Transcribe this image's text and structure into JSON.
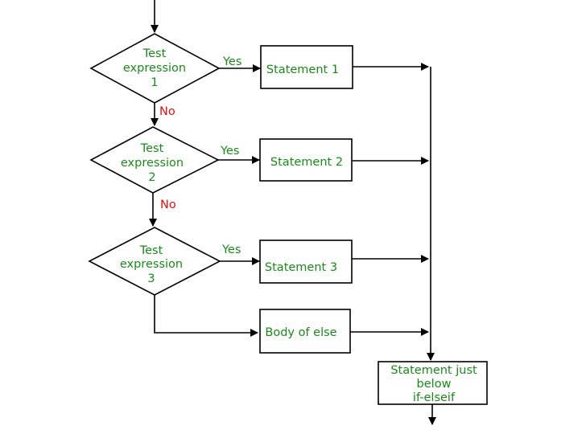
{
  "decisions": [
    {
      "line1": "Test",
      "line2": "expression",
      "line3": "1"
    },
    {
      "line1": "Test",
      "line2": "expression",
      "line3": "2"
    },
    {
      "line1": "Test",
      "line2": "expression",
      "line3": "3"
    }
  ],
  "branch_yes": [
    "Yes",
    "Yes",
    "Yes"
  ],
  "branch_no": [
    "No",
    "No"
  ],
  "statements": [
    "Statement 1",
    "Statement 2",
    "Statement 3"
  ],
  "else_body": "Body of else",
  "after": {
    "line1": "Statement just",
    "line2": "below",
    "line3": "if-elseif"
  },
  "colors": {
    "label": "#1a8a1a",
    "no_label": "#e01010",
    "line": "#000000"
  }
}
